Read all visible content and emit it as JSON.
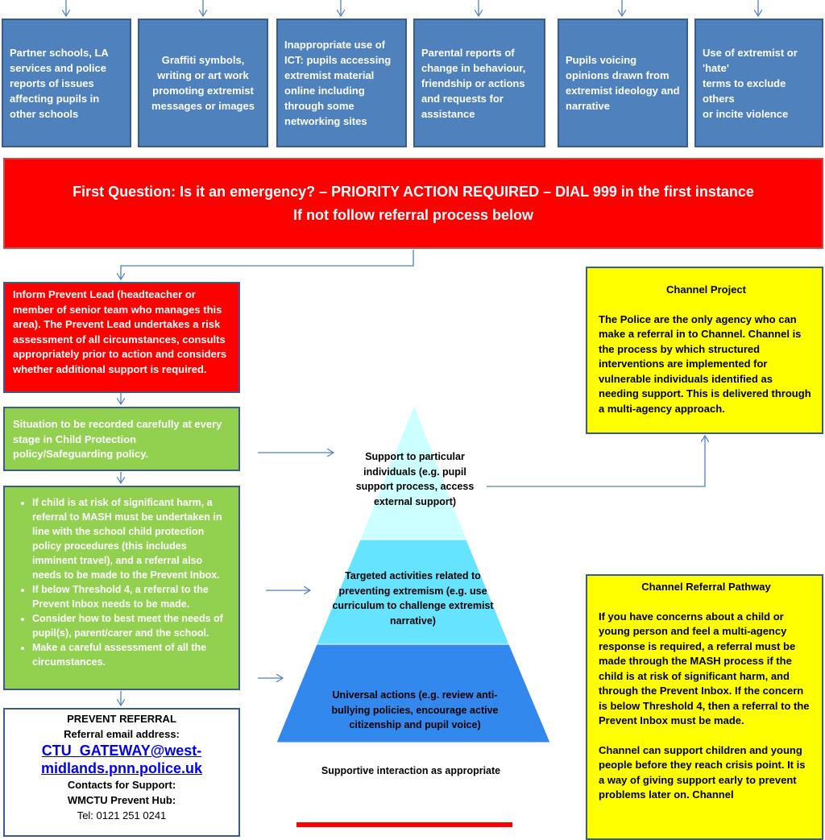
{
  "indicators": [
    "Partner schools, LA services and police reports of issues affecting pupils in other schools",
    "Graffiti symbols, writing or art work promoting extremist messages or images",
    "Inappropriate use of ICT: pupils accessing extremist material online including through some networking sites",
    "Parental reports of change in behaviour, friendship or actions and requests for assistance",
    "Pupils voicing opinions drawn from extremist ideology and narrative",
    "Use of extremist or 'hate'\nterms to exclude others\nor incite violence"
  ],
  "emergency": {
    "line1": "First Question: Is it an emergency? – PRIORITY ACTION REQUIRED – DIAL 999 in the first instance",
    "line2": "If not follow referral process below"
  },
  "inform": "Inform Prevent Lead (headteacher or member of senior team who manages this area). The Prevent Lead undertakes a risk assessment of all circumstances, consults appropriately prior to action and considers whether additional support is required.",
  "situation": "Situation to be recorded carefully at every stage in Child Protection policy/Safeguarding policy.",
  "bullets": [
    "If child is at risk of significant harm, a referral to MASH must be undertaken in line with the school child protection policy procedures (this includes imminent travel), and a referral also needs to be made to the Prevent Inbox.",
    "If below Threshold 4, a referral to the Prevent Inbox needs to be made.",
    "Consider how to best meet the needs of pupil(s), parent/carer and the school.",
    "Make a careful assessment of all the circumstances."
  ],
  "referral": {
    "title": "PREVENT REFERRAL",
    "email_label": "Referral email address:",
    "email": "CTU_GATEWAY@west-midlands.pnn.police.uk",
    "contacts_label": "Contacts for Support:",
    "hub": "WMCTU Prevent Hub:",
    "tel": "Tel: 0121 251 0241"
  },
  "pyramid": {
    "top": "Support to particular individuals (e.g. pupil support process, access external support)",
    "middle": "Targeted activities related to preventing extremism (e.g. use curriculum to challenge extremist narrative)",
    "bottom": "Universal actions (e.g. review anti-bullying policies, encourage active citizenship and pupil voice)",
    "colors": [
      "#ccffff",
      "#66e4ff",
      "#3388ee"
    ]
  },
  "supportive": "Supportive interaction as appropriate",
  "channel_project": {
    "title": "Channel Project",
    "body": "The Police are the only agency who can make a referral in to Channel. Channel is the process by which structured interventions are implemented for vulnerable individuals identified as needing support. This is delivered through a multi-agency approach."
  },
  "channel_pathway": {
    "title": "Channel Referral Pathway",
    "para1": "If you have concerns about a child or young person and feel a multi-agency response is required, a referral must be made through the MASH process if the child is at risk of significant harm, and through the Prevent Inbox. If the concern is below Threshold 4, then a referral to the Prevent Inbox must be made.",
    "para2": "Channel can support children and young people before they reach crisis point. It is a way of giving support early to prevent problems later on. Channel"
  },
  "colors": {
    "box_blue": "#4f81bd",
    "arrow": "#4f81bd",
    "alert_red": "#ff0000",
    "green": "#92d050",
    "yellow": "#ffff00"
  }
}
